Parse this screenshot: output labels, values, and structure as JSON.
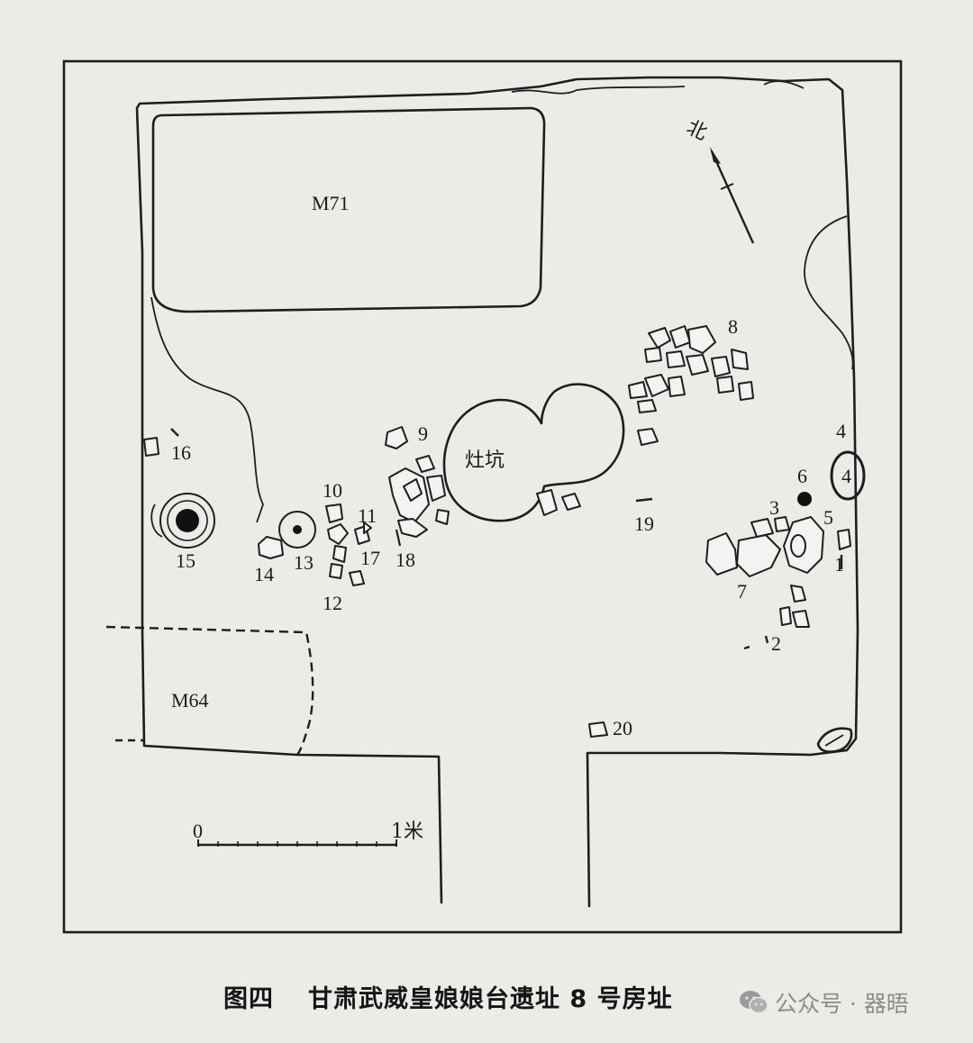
{
  "diagram": {
    "labels": {
      "m71": "M71",
      "m64": "M64",
      "hearth": "灶坑",
      "north": "北",
      "scale_zero": "0",
      "scale_one": "1米"
    },
    "features": [
      "1",
      "2",
      "3",
      "4",
      "4",
      "5",
      "6",
      "7",
      "8",
      "9",
      "10",
      "11",
      "12",
      "13",
      "14",
      "15",
      "16",
      "17",
      "18",
      "19",
      "20"
    ]
  },
  "caption": {
    "figure_no": "图四",
    "title": "甘肃武威皇娘娘台遗址 8 号房址"
  },
  "watermark": {
    "text": "公众号 · 器晤"
  }
}
